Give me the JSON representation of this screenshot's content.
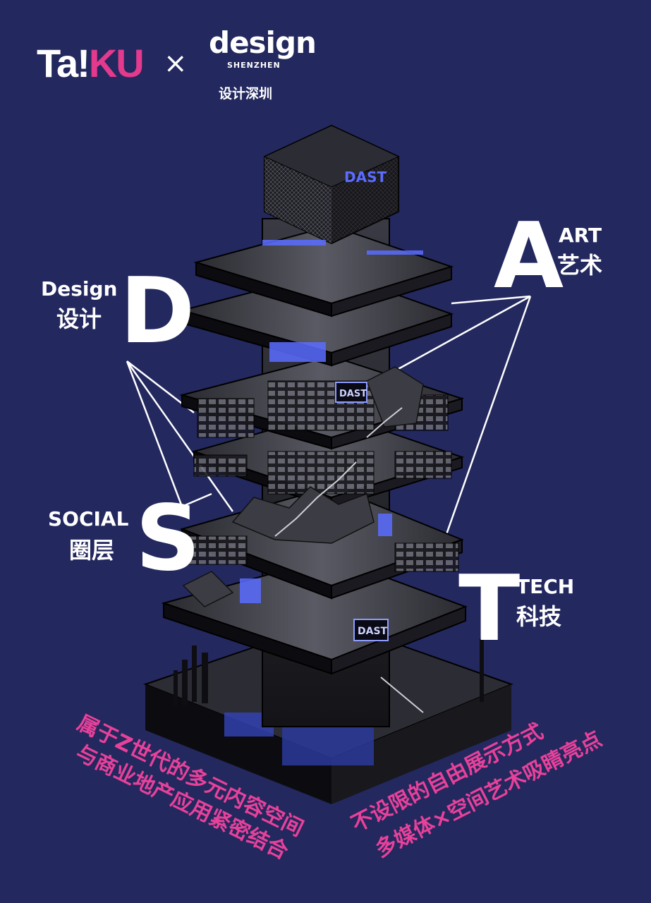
{
  "brand": {
    "taiku_prefix": "Ta!",
    "taiku_highlight": "KU",
    "cross_symbol": "×",
    "design_word": "design",
    "design_city": "SHENZHEN",
    "design_cn": "设计深圳"
  },
  "categories": {
    "design": {
      "letter": "D",
      "en": "Design",
      "cn": "设计"
    },
    "art": {
      "letter": "A",
      "en": "ART",
      "cn": "艺术"
    },
    "social": {
      "letter": "S",
      "en": "SOCIAL",
      "cn": "圈层"
    },
    "tech": {
      "letter": "T",
      "en": "TECH",
      "cn": "科技"
    }
  },
  "building_signs": {
    "sign_top": "DAST",
    "sign_mid": "DAST",
    "sign_low": "DAST"
  },
  "taglines": {
    "left_line1": "属于Z世代的多元内容空间",
    "left_line2": "与商业地产应用紧密结合",
    "right_line1": "不设限的自由展示方式",
    "right_line2": "多媒体×空间艺术吸睛亮点"
  },
  "colors": {
    "background": "#23285e",
    "accent_pink": "#e8419a",
    "logo_pink": "#e33a8e",
    "neon_blue": "#5b6cff",
    "text": "#ffffff"
  }
}
